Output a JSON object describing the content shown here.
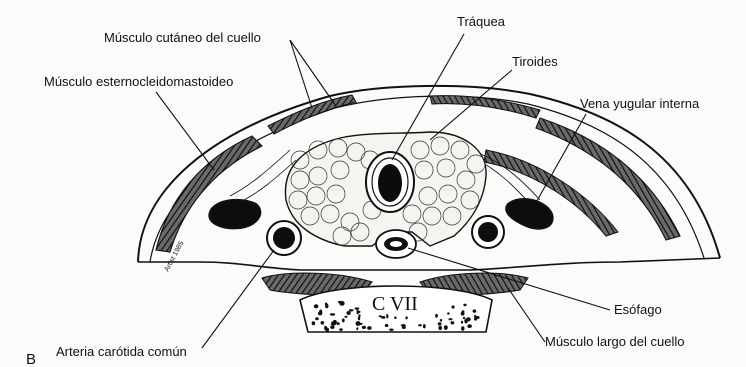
{
  "figure_letter": "B",
  "labels": {
    "platysma": "Músculo cutáneo del cuello",
    "scm": "Músculo esternocleidomastoideo",
    "trachea": "Tráquea",
    "thyroid": "Tiroides",
    "ijv": "Vena yugular interna",
    "esophagus": "Esófago",
    "carotid": "Arteria carótida común",
    "longus": "Músculo largo del cuello"
  },
  "vertebra_label": "C VII",
  "artist_signature": "Artist 1985",
  "colors": {
    "ink": "#111111",
    "paper": "#fbfbf9",
    "hatch": "#2a2a2a"
  }
}
